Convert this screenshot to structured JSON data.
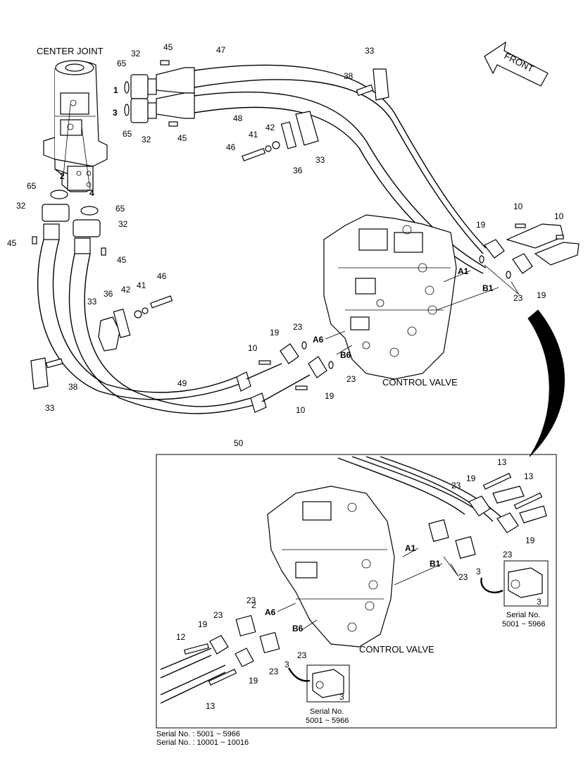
{
  "labels": {
    "center_joint": "CENTER JOINT",
    "front": "FRONT",
    "control_valve_main": "CONTROL VALVE",
    "control_valve_inset": "CONTROL VALVE",
    "serial_box_1_line1": "Serial No.",
    "serial_box_1_line2": "5001 ~ 5966",
    "serial_box_2_line1": "Serial No.",
    "serial_box_2_line2": "5001 ~ 5966",
    "serial_footer_1": "Serial No. : 5001 ~ 5966",
    "serial_footer_2": "Serial No. : 10001 ~ 10016"
  },
  "ports": {
    "p1": "1",
    "p2": "2",
    "p3": "3",
    "p4": "4",
    "a1": "A1",
    "b1": "B1",
    "a6": "A6",
    "b6": "B6",
    "a1_inset": "A1",
    "b1_inset": "B1",
    "a6_inset": "A6",
    "b6_inset": "B6"
  },
  "part_numbers": {
    "n45a": "45",
    "n32a": "32",
    "n65a": "65",
    "n47": "47",
    "n33a": "33",
    "n38a": "38",
    "n48": "48",
    "n65b": "65",
    "n32b": "32",
    "n45b": "45",
    "n42a": "42",
    "n41a": "41",
    "n46a": "46",
    "n36a": "36",
    "n33b": "33",
    "n65c": "65",
    "n32c": "32",
    "n65d": "65",
    "n32d": "32",
    "n45c": "45",
    "n45d": "45",
    "n10a": "10",
    "n10b": "10",
    "n19a": "19",
    "n23a": "23",
    "n19b": "19",
    "n46b": "46",
    "n36b": "36",
    "n42b": "42",
    "n41b": "41",
    "n33c": "33",
    "n19c": "19",
    "n23b": "23",
    "n10c": "10",
    "n23c": "23",
    "n19d": "19",
    "n10d": "10",
    "n38b": "38",
    "n33d": "33",
    "n49": "49",
    "n50": "50",
    "i13a": "13",
    "i19a": "19",
    "i13b": "13",
    "i23a": "23",
    "i23b": "23",
    "i19b": "19",
    "i3a": "3",
    "i23c": "23",
    "i3b": "3",
    "i2": "2",
    "i23d": "23",
    "i23e": "23",
    "i19c": "19",
    "i12": "12",
    "i23f": "23",
    "i3c": "3",
    "i23g": "23",
    "i19d": "19",
    "i13c": "13",
    "i3d": "3"
  }
}
